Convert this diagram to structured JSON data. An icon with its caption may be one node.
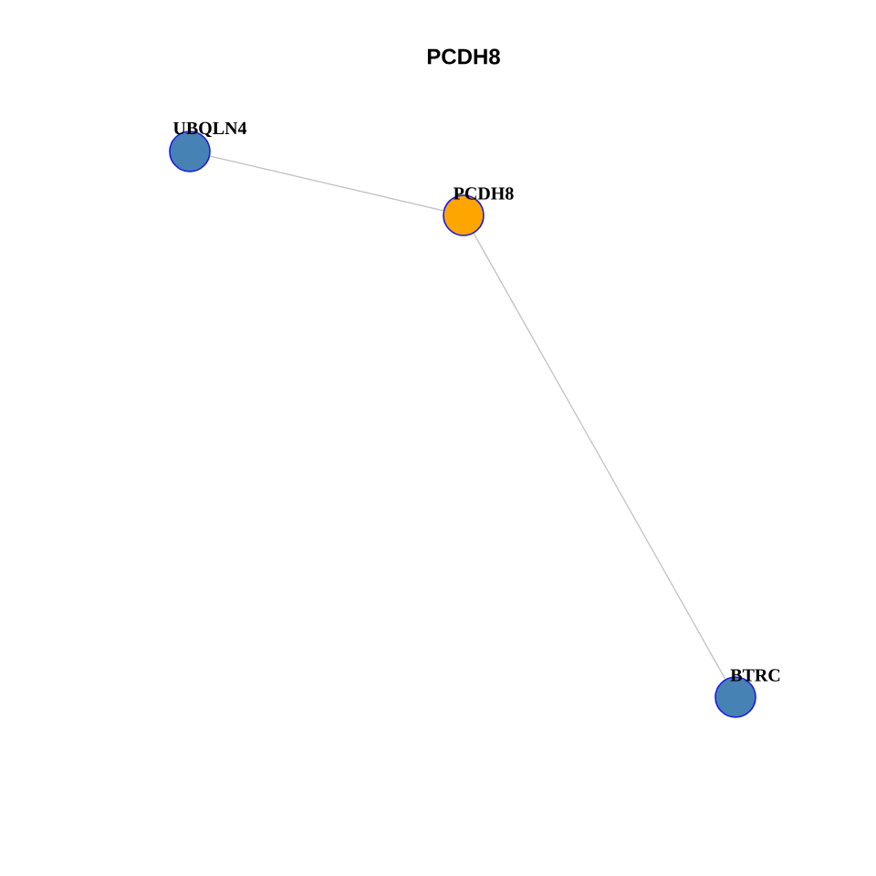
{
  "diagram": {
    "title": "PCDH8",
    "nodes": [
      {
        "text": [
          "UBQLN4"
        ]
      },
      {
        "text": [
          "PCDH8"
        ]
      },
      {
        "text": [
          "BTRC"
        ]
      }
    ],
    "edges": [
      {
        "from": 0,
        "to": 1,
        "arrow": "none"
      },
      {
        "from": 1,
        "to": 2,
        "arrow": "none"
      }
    ]
  }
}
